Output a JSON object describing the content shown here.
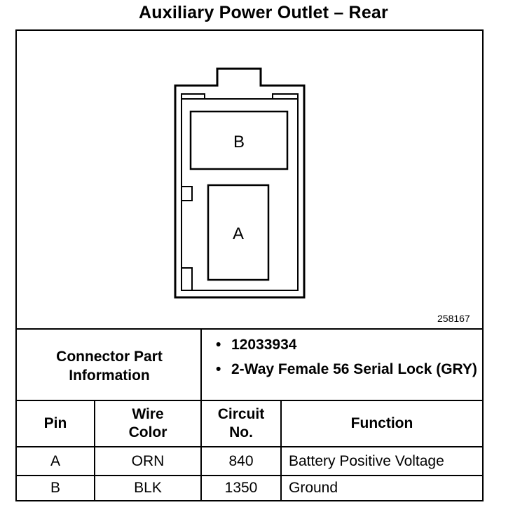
{
  "title": "Auxiliary Power Outlet – Rear",
  "figure_number": "258167",
  "connector": {
    "cavity_labels": [
      "B",
      "A"
    ]
  },
  "connector_info": {
    "label": "Connector Part Information",
    "items": [
      "12033934",
      "2-Way Female 56 Serial Lock (GRY)"
    ]
  },
  "table": {
    "headers": [
      "Pin",
      "Wire Color",
      "Circuit No.",
      "Function"
    ],
    "rows": [
      [
        "A",
        "ORN",
        "840",
        "Battery Positive Voltage"
      ],
      [
        "B",
        "BLK",
        "1350",
        "Ground"
      ]
    ]
  }
}
